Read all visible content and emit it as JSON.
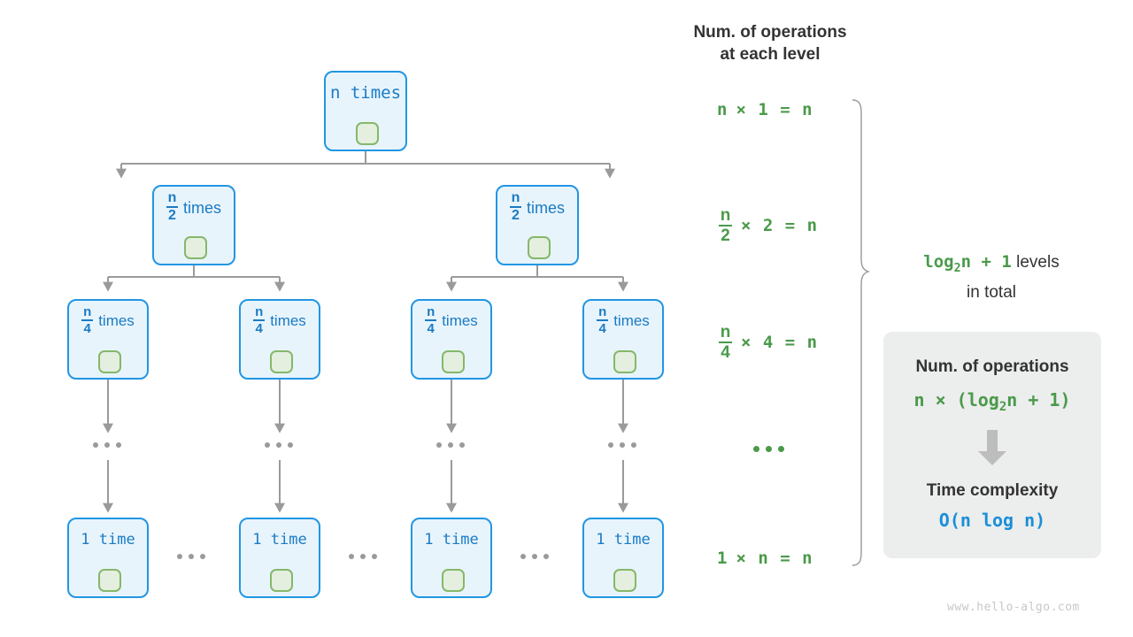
{
  "tree": {
    "levels": [
      {
        "id": "level-1",
        "nodes": [
          {
            "count": "n",
            "unit": "times",
            "fraction": null
          }
        ]
      },
      {
        "id": "level-2",
        "nodes": [
          {
            "count": null,
            "unit": "times",
            "fraction": {
              "num": "n",
              "den": "2"
            }
          },
          {
            "count": null,
            "unit": "times",
            "fraction": {
              "num": "n",
              "den": "2"
            }
          }
        ]
      },
      {
        "id": "level-3",
        "nodes": [
          {
            "count": null,
            "unit": "times",
            "fraction": {
              "num": "n",
              "den": "4"
            }
          },
          {
            "count": null,
            "unit": "times",
            "fraction": {
              "num": "n",
              "den": "4"
            }
          },
          {
            "count": null,
            "unit": "times",
            "fraction": {
              "num": "n",
              "den": "4"
            }
          },
          {
            "count": null,
            "unit": "times",
            "fraction": {
              "num": "n",
              "den": "4"
            }
          }
        ]
      },
      {
        "id": "level-last",
        "nodes": [
          {
            "count": "1",
            "unit": "time",
            "fraction": null
          },
          {
            "count": "1",
            "unit": "time",
            "fraction": null
          },
          {
            "count": "1",
            "unit": "time",
            "fraction": null
          },
          {
            "count": "1",
            "unit": "time",
            "fraction": null
          }
        ]
      }
    ],
    "ellipsis_label": "..."
  },
  "operations_column": {
    "title_line1": "Num. of operations",
    "title_line2": "at each level",
    "rows": [
      {
        "id": "row-level-1",
        "fraction": null,
        "lead": "n",
        "rest": "× 1 = n"
      },
      {
        "id": "row-level-2",
        "fraction": {
          "num": "n",
          "den": "2"
        },
        "lead": "",
        "rest": "× 2 = n"
      },
      {
        "id": "row-level-3",
        "fraction": {
          "num": "n",
          "den": "4"
        },
        "lead": "",
        "rest": "× 4 = n"
      },
      {
        "id": "row-level-last",
        "fraction": null,
        "lead": "1",
        "rest": "× n = n"
      }
    ],
    "ellipsis_label": "..."
  },
  "levels_caption": {
    "formula_base": "log",
    "formula_sub": "2",
    "formula_tail": "n + 1",
    "text_after": " levels",
    "line2": "in total"
  },
  "summary": {
    "heading_operations": "Num. of operations",
    "formula_base": "n × (log",
    "formula_sub": "2",
    "formula_tail": "n + 1)",
    "heading_complexity": "Time complexity",
    "complexity_value": "O(n log n)"
  },
  "watermark": "www.hello-algo.com",
  "colors": {
    "node_fill": "#e8f4fc",
    "node_border": "#2196e3",
    "node_text": "#1a7bc4",
    "inner_box_fill": "#e4efe0",
    "inner_box_border": "#85b86a",
    "connector": "#9a9a9a",
    "formula_green": "#4a9a4a",
    "complexity_blue": "#1a8fd8",
    "summary_bg": "#eceded",
    "heading_text": "#333333",
    "watermark": "#c8c8c8"
  }
}
